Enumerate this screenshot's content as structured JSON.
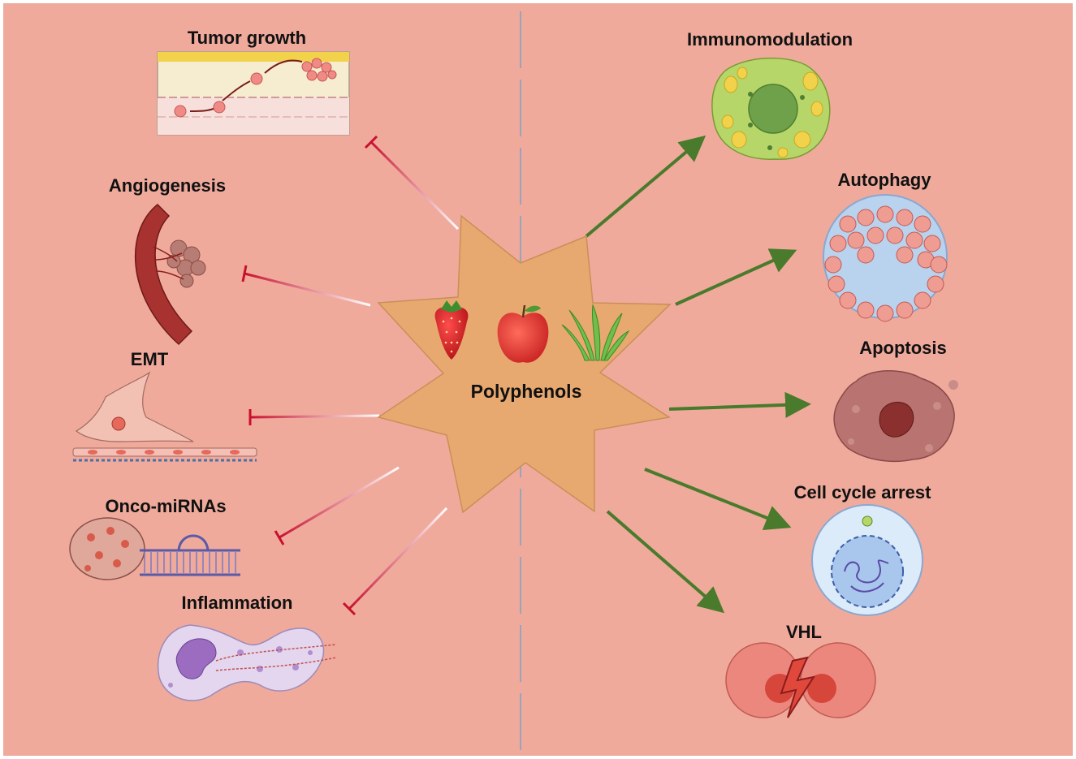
{
  "center": {
    "label": "Polyphenols",
    "sources": [
      "strawberry-icon",
      "apple-icon",
      "aloe-icon"
    ]
  },
  "inhibited": [
    {
      "label": "Tumor growth",
      "icon": "tumor-growth-icon"
    },
    {
      "label": "Angiogenesis",
      "icon": "blood-vessel-icon"
    },
    {
      "label": "EMT",
      "icon": "emt-cell-icon"
    },
    {
      "label": "Onco-miRNAs",
      "icon": "mirna-icon"
    },
    {
      "label": "Inflammation",
      "icon": "neutrophil-icon"
    }
  ],
  "promoted": [
    {
      "label": "Immunomodulation",
      "icon": "immune-cell-icon"
    },
    {
      "label": "Autophagy",
      "icon": "autophagy-icon"
    },
    {
      "label": "Apoptosis",
      "icon": "apoptotic-cell-icon"
    },
    {
      "label": "Cell cycle arrest",
      "icon": "cell-cycle-icon"
    },
    {
      "label": "VHL",
      "icon": "vhl-icon"
    }
  ],
  "colors": {
    "background": "#efaa9c",
    "star": "#e8a970",
    "inhibit": "#c8102e",
    "promote": "#4a7a2c",
    "divider": "#9aa3b8"
  }
}
